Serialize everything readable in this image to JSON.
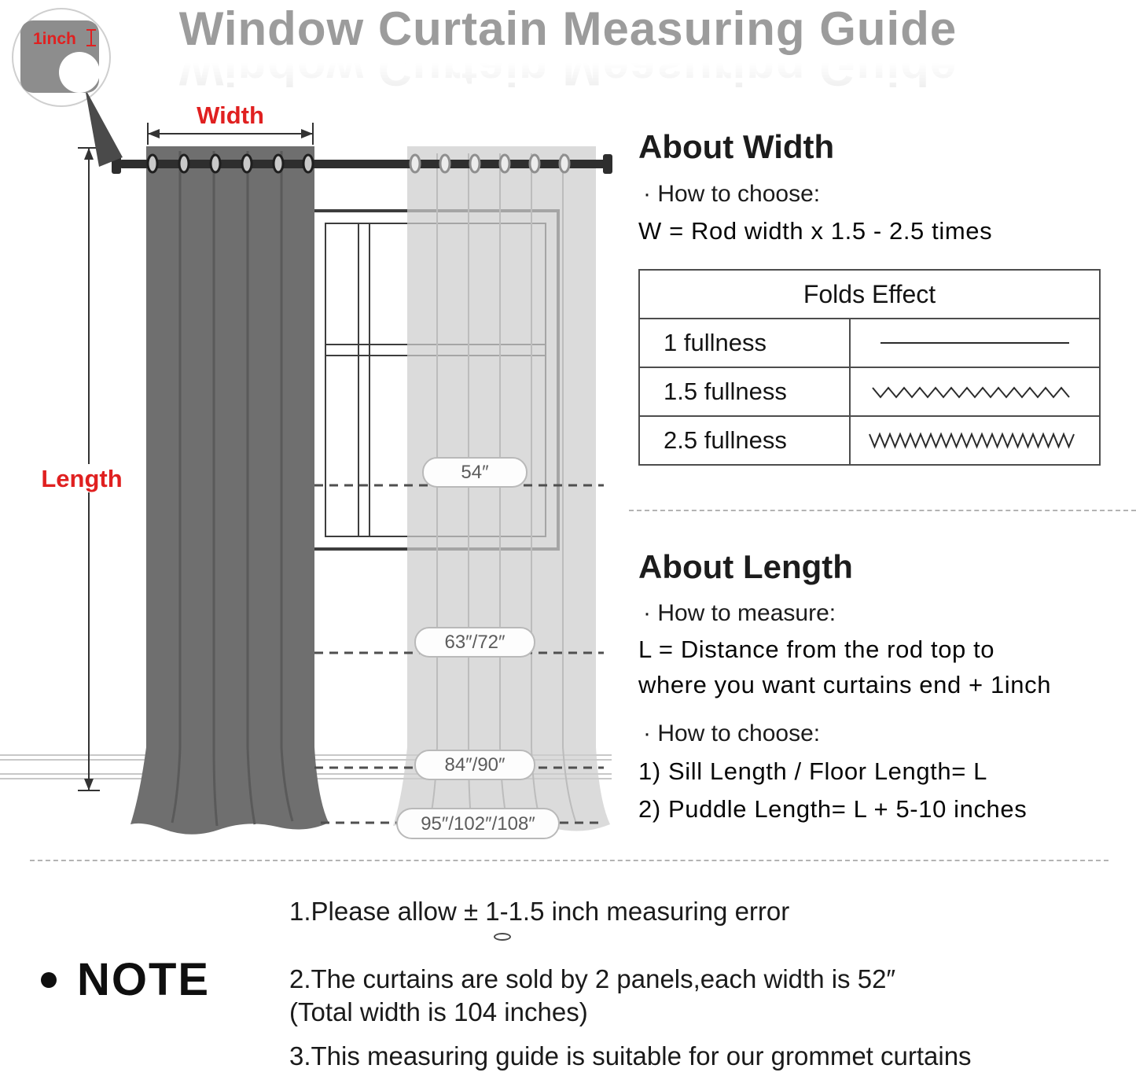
{
  "title": "Window Curtain Measuring Guide",
  "colors": {
    "accent_red": "#e02020",
    "title_gray": "#9c9c9c",
    "curtain_dark": "#6f6f6f",
    "curtain_light": "#cdcdcd"
  },
  "diagram": {
    "tape_label": "1inch",
    "width_label": "Width",
    "length_label": "Length",
    "size_markers": [
      "54″",
      "63″/72″",
      "84″/90″",
      "95″/102″/108″"
    ]
  },
  "about_width": {
    "heading": "About Width",
    "how_to_choose": "· How to choose:",
    "formula": "W = Rod width x 1.5 - 2.5 times",
    "table": {
      "header": "Folds Effect",
      "rows": [
        {
          "label": "1 fullness",
          "wave": "flat"
        },
        {
          "label": "1.5 fullness",
          "wave": "medium"
        },
        {
          "label": "2.5 fullness",
          "wave": "dense"
        }
      ]
    }
  },
  "about_length": {
    "heading": "About Length",
    "how_to_measure": "· How to measure:",
    "formula_line1": "L = Distance from the rod top to",
    "formula_line2": "where you want curtains end + 1inch",
    "how_to_choose": "· How to choose:",
    "options": [
      "1)  Sill Length / Floor Length= L",
      "2)  Puddle Length= L + 5-10 inches"
    ]
  },
  "note": {
    "heading": "NOTE",
    "items": [
      "1.Please allow ± 1-1.5 inch measuring error",
      "2.The curtains are sold by 2 panels,each width is 52″",
      "(Total width is 104 inches)",
      "3.This measuring guide is suitable for our grommet curtains"
    ]
  }
}
